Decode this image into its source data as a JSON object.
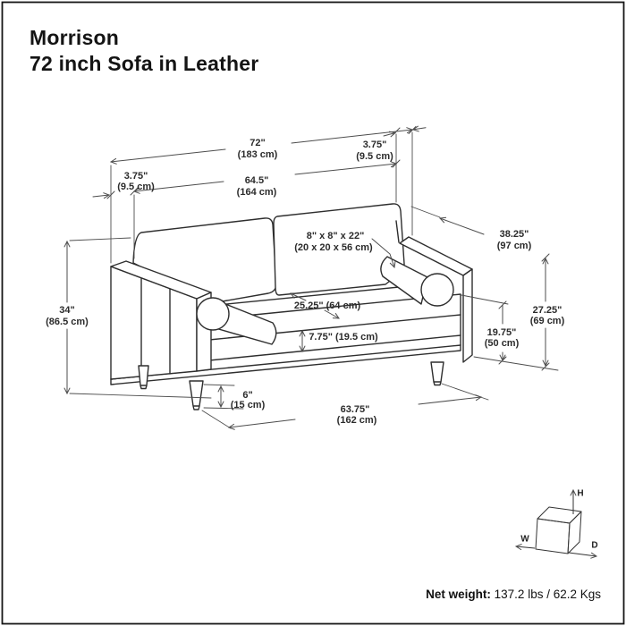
{
  "title": {
    "product": "Morrison",
    "variant": "72 inch Sofa in Leather"
  },
  "dimensions": {
    "overall_width": {
      "inches": "72\"",
      "cm": "(183 cm)"
    },
    "right_arm_width": {
      "inches": "3.75\"",
      "cm": "(9.5 cm)"
    },
    "left_arm_width": {
      "inches": "3.75\"",
      "cm": "(9.5 cm)"
    },
    "interior_width": {
      "inches": "64.5\"",
      "cm": "(164 cm)"
    },
    "bolster_pillow_size": {
      "inches": "8\" x 8\" x 22\"",
      "cm": "(20 x 20 x 56 cm)"
    },
    "overall_depth": {
      "inches": "38.25\"",
      "cm": "(97 cm)"
    },
    "overall_height": {
      "inches": "34\"",
      "cm": "(86.5 cm)"
    },
    "seat_depth": {
      "inches_cm": "25.25\" (64 cm)"
    },
    "base_frame_height": {
      "inches_cm": "7.75\" (19.5 cm)"
    },
    "arm_height": {
      "inches": "27.25\"",
      "cm": "(69 cm)"
    },
    "seat_height": {
      "inches": "19.75\"",
      "cm": "(50 cm)"
    },
    "leg_height": {
      "inches": "6\"",
      "cm": "(15 cm)"
    },
    "base_width": {
      "inches": "63.75\"",
      "cm": "(162 cm)"
    }
  },
  "orientation_cube": {
    "width": "W",
    "height": "H",
    "depth": "D"
  },
  "footer": {
    "net_weight_label": "Net weight:",
    "net_weight_value": "137.2 lbs / 62.2 Kgs"
  },
  "colors": {
    "line_art": "#2e2e2e",
    "dimension_lines": "#4d4d4d",
    "text": "#2b2b2b"
  }
}
